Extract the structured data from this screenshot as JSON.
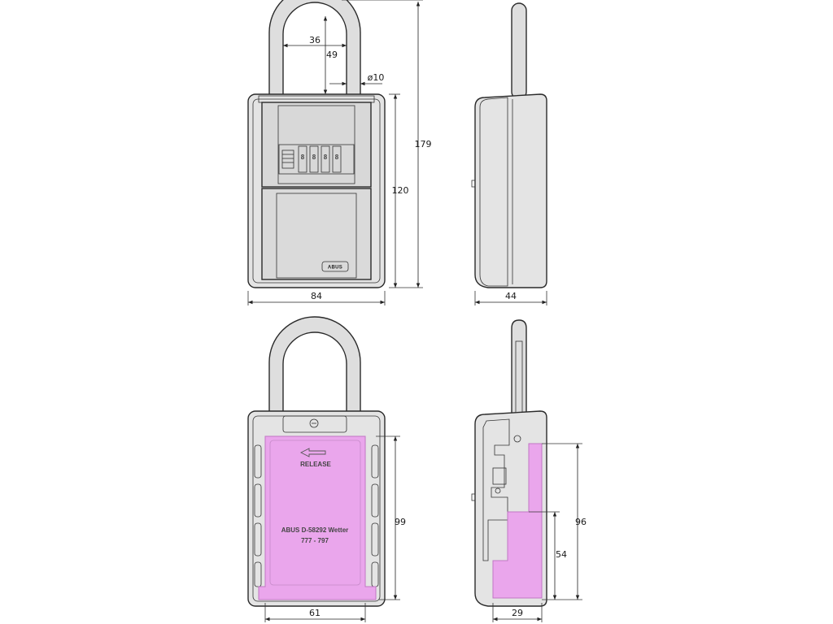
{
  "brand_label": "ABUS",
  "release_label": "RELEASE",
  "address_label": "ABUS D-58292 Wetter",
  "code_label": "777 - 797",
  "dimensions": {
    "shackle_inner_width": "36",
    "shackle_inner_height": "49",
    "shackle_diameter": "ø10",
    "total_height": "179",
    "body_height": "120",
    "body_width": "84",
    "side_depth": "44",
    "inner_height": "99",
    "inner_width": "61",
    "inner_side_height": "96",
    "inner_side_lower": "54",
    "inner_side_depth": "29"
  },
  "colors": {
    "body_fill": "#e4e4e4",
    "panel_fill": "#d6d6d6",
    "cavity_fill": "#eaa6ec",
    "line": "#2a2a2a"
  }
}
